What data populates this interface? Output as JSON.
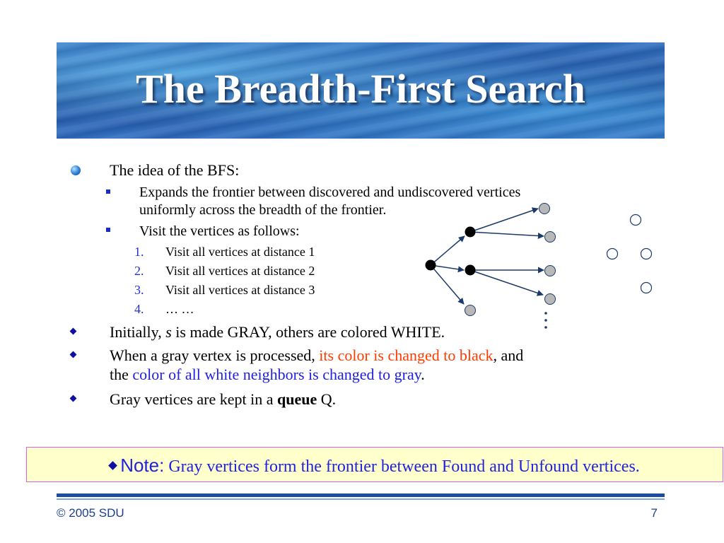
{
  "title": "The Breadth-First Search",
  "bullets": {
    "idea": "The idea of the BFS:",
    "expands_line1": "Expands the frontier between discovered and undiscovered vertices",
    "expands_line2": "uniformly across the breadth of the frontier.",
    "visit": "Visit the vertices as follows:",
    "steps": [
      {
        "num": "1.",
        "text": "Visit all vertices at distance 1"
      },
      {
        "num": "2.",
        "text": "Visit all vertices at distance 2"
      },
      {
        "num": "3.",
        "text": "Visit all vertices at distance 3"
      },
      {
        "num": "4.",
        "text": "… …"
      }
    ],
    "initially_pre": "Initially, ",
    "initially_s": "s",
    "initially_post": " is made GRAY, others are colored WHITE.",
    "gray_pre": "When a gray vertex is processed, ",
    "gray_red": "its color is changed to black",
    "gray_mid": ", and",
    "gray_the": "the ",
    "gray_blue": "color of all white neighbors is changed to gray",
    "gray_end": ".",
    "queue_pre": "Gray vertices are kept in a ",
    "queue_bold": "queue",
    "queue_post": " Q."
  },
  "note": {
    "label": "Note:",
    "text": " Gray vertices form the frontier between Found and Unfound vertices."
  },
  "footer": {
    "copyright": "© 2005 SDU",
    "page_number": "7"
  },
  "colors": {
    "accent_red": "#ff3b00",
    "accent_blue": "#2020e0",
    "note_bg": "#ffffcc",
    "gray_vertex": "#b8b8b8",
    "black_vertex": "#000000",
    "edge": "#1a3a6a"
  }
}
